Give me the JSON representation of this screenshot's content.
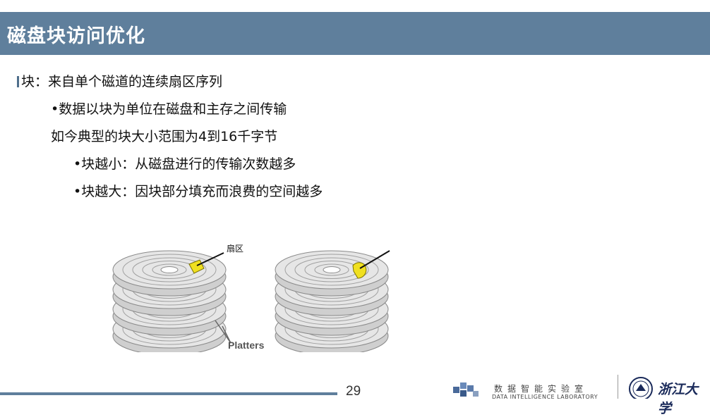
{
  "slide": {
    "title": "磁盘块访问优化",
    "page_number": "29"
  },
  "bullets": [
    {
      "marker": "",
      "text": "块：来自单个磁道的连续扇区序列"
    },
    {
      "marker": "•",
      "text": "数据以块为单位在磁盘和主存之间传输"
    },
    {
      "marker": "",
      "text": "如今典型的块大小范围为4到16千字节"
    },
    {
      "marker": "•",
      "text": "块越小：从磁盘进行的传输次数越多"
    },
    {
      "marker": "•",
      "text": "块越大：因块部分填充而浪费的空间越多"
    }
  ],
  "figure": {
    "sector_label": "扇区",
    "platters_label": "Platters"
  },
  "footer": {
    "lab_name_cn": "数据智能实验室",
    "lab_name_en": "DATA INTELLIGENCE LABORATORY",
    "university": "浙江大学"
  },
  "colors": {
    "title_bar": "#5f7f9c",
    "sector_fill": "#f0e020"
  }
}
